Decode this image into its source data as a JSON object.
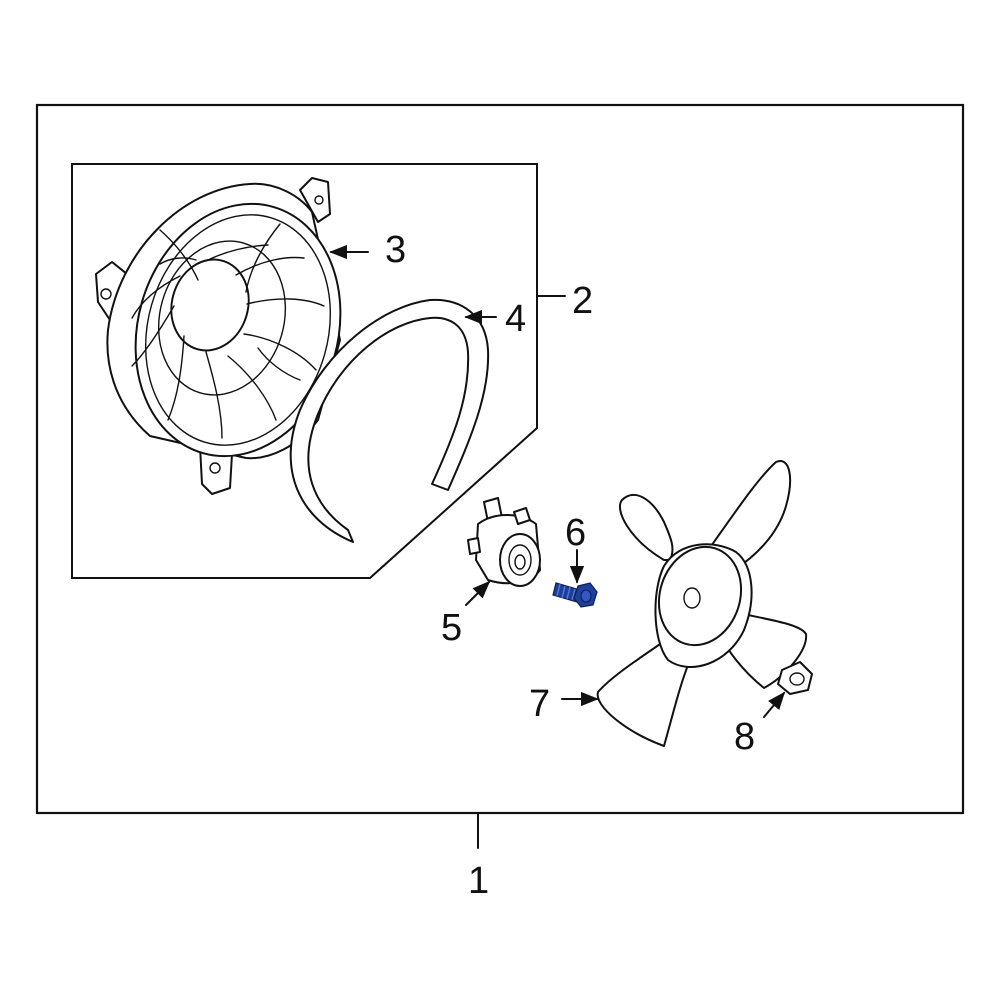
{
  "callouts": {
    "c1": "1",
    "c2": "2",
    "c3": "3",
    "c4": "4",
    "c5": "5",
    "c6": "6",
    "c7": "7",
    "c8": "8"
  },
  "colors": {
    "line": "#111111",
    "highlight": "#1f3f9c",
    "background": "#ffffff"
  }
}
